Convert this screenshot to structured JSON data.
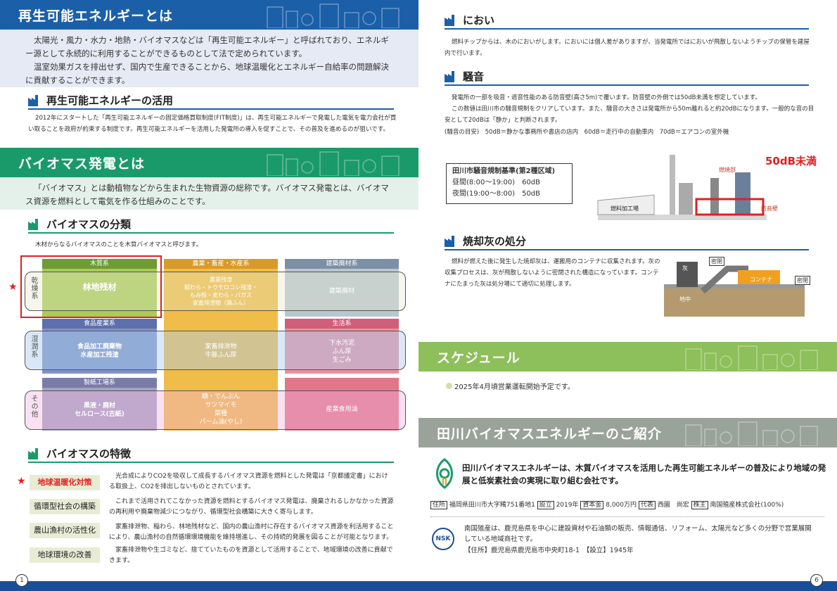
{
  "left": {
    "renewable": {
      "title": "再生可能エネルギーとは",
      "p1": "太陽光・風力・水力・地熱・バイオマスなどは「再生可能エネルギー」と呼ばれており、エネルギー源として永続的に利用することができるものとして法で定められています。",
      "p2": "温室効果ガスを排出せず、国内で生産できることから、地球温暖化とエネルギー自給率の問題解決に貢献することができます。"
    },
    "usage": {
      "title": "再生可能エネルギーの活用",
      "text": "2012年にスタートした「再生可能エネルギーの固定価格買取制度(FIT制度)」は、再生可能エネルギーで発電した電気を電力会社が買い取ることを政府が約束する制度です。再生可能エネルギーを活用した発電所の導入を促すことで、その普及を進めるのが狙いです。"
    },
    "biomass": {
      "title": "バイオマス発電とは",
      "text": "「バイオマス」とは動植物などから生まれた生物資源の総称です。バイオマス発電とは、バイオマス資源を燃料として電気を作る仕組みのことです。"
    },
    "classification": {
      "title": "バイオマスの分類",
      "note": "木材からなるバイオマスのことを木質バイオマスと呼びます。",
      "rows": [
        "乾燥系",
        "湿潤系",
        "その他"
      ],
      "star": "★",
      "headers": {
        "wood": "木質系",
        "agri": "農業・畜産・水産系",
        "construction": "建築廃材系",
        "food": "食品産業系",
        "life": "生活系",
        "paper": "製紙工場系"
      },
      "cells": {
        "forest": "林地残材",
        "agri_dry": [
          "農業残渣",
          "稲わら・トウモロコシ残渣・",
          "もみ殻・麦わら・バガス",
          "家畜排泄物（鶏ふん）"
        ],
        "construction": "建築廃材",
        "food": [
          "食品加工廃棄物",
          "水産加工残渣"
        ],
        "agri_wet": [
          "家畜排泄物",
          "牛豚ふん尿"
        ],
        "life_wet": [
          "下水汚泥",
          "ふん尿",
          "生ごみ"
        ],
        "paper": [
          "黒液・廃材",
          "セルロース(古紙)"
        ],
        "agri_other": [
          "糖・でんぷん",
          "サツマイモ",
          "菜種",
          "パーム油(やし)"
        ],
        "oil": "産業食用油"
      }
    },
    "features": {
      "title": "バイオマスの特徴",
      "items": [
        {
          "tag": "地球温暖化対策",
          "text": "光合成によりCO2を吸収して成長するバイオマス資源を燃料とした発電は「京都議定書」における取扱上、CO2を排出しないものとされています。"
        },
        {
          "tag": "循環型社会の構築",
          "text": "これまで活用されてこなかった資源を燃料とするバイオマス発電は、廃棄されるしかなかった資源の再利用や廃棄物減少につながり、循環型社会構築に大きく寄与します。"
        },
        {
          "tag": "農山漁村の活性化",
          "text": "家畜排泄物、稲わら、林地残材など、国内の農山漁村に存在するバイオマス資源を利活用することにより、農山漁村の自然循環環境機能を維持増進し、その持続的発展を図ることが可能となります。"
        },
        {
          "tag": "地球環境の改善",
          "text": "家畜排泄物や生ゴミなど、捨てていたものを資源として活用することで、地域環境の改善に貢献できます。"
        }
      ]
    },
    "page_number": "1"
  },
  "right": {
    "smell": {
      "title": "におい",
      "text": "燃料チップからは、木のにおいがします。においには個人差がありますが、当発電所ではにおいが飛散しないようチップの保管を建屋内で行います。"
    },
    "noise": {
      "title": "騒音",
      "p1": "発電所の一部を吸音・遮音性能のある防音壁(高さ5m)で覆います。防音壁の外側では50dB未満を想定しています。",
      "p2": "この数値は田川市の騒音規制をクリアしています。また、騒音の大きさは発電所から50m離れると約20dBになります。一般的な音の目安として20dBは「静か」と判断されます。",
      "p3": "(騒音の目安)　50dB＝静かな事務所や書店の店内　60dB＝走行中の自動車内　70dB＝エアコンの室外機",
      "std_title": "田川市騒音規制基準(第2種区域)",
      "std_day": "昼間(8:00～19:00)　60dB",
      "std_night": "夜間(19:00～8:00)　50dB",
      "limit": "50dB未満",
      "label_burn": "燃焼部",
      "label_fuel": "燃料加工場",
      "label_wall": "防音壁"
    },
    "ash": {
      "title": "焼却灰の処分",
      "text": "燃料が燃えた後に発生した焼却灰は、運搬用のコンテナに収集されます。灰の収集プロセスは、灰が飛散しないように密閉された構造になっています。コンテナにたまった灰は処分場にて適切に処理します。",
      "label_ash": "灰",
      "label_sealed1": "密閉",
      "label_sealed2": "密閉",
      "label_container": "コンテナ",
      "label_ground": "地中"
    },
    "schedule": {
      "title": "スケジュール",
      "text": "2025年4月頃営業運転開始予定です。"
    },
    "company": {
      "title": "田川バイオマスエネルギーのご紹介",
      "intro": "田川バイオマスエネルギーは、木質バイオマスを活用した再生可能エネルギーの普及により地域の発展と低炭素社会の実現に取り組む会社です。",
      "k_addr": "住所",
      "v_addr": "福岡県田川市大字糒751番地1",
      "k_est": "設立",
      "v_est": "2019年",
      "k_cap": "資本金",
      "v_cap": "8,000万円",
      "k_rep": "代表",
      "v_rep": "西園　尚宏",
      "k_holder": "株主",
      "v_holder": "南国殖産株式会社(100%)",
      "nsk_logo": "NSK",
      "nsk_text": "南国殖産は、鹿児島県を中心に建設資材や石油類の販売、情報通信、リフォーム、太陽光など多くの分野で営業展開している地域商社です。",
      "nsk_addr": "【住所】鹿児島県鹿児島市中央町18-1　【設立】1945年"
    },
    "page_number": "6"
  },
  "colors": {
    "blue": "#1b5fa8",
    "green": "#1a9a6a",
    "lime": "#8dbf5a",
    "gray": "#9aa39a",
    "red": "#e02020"
  }
}
